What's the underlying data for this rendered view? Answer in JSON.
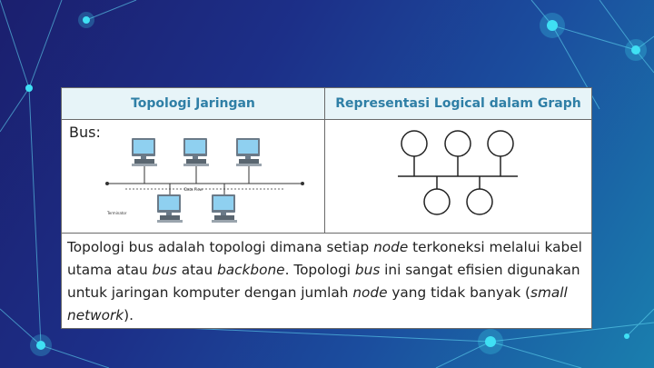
{
  "table": {
    "header_left": "Topologi Jaringan",
    "header_right": "Representasi Logical dalam Graph",
    "bus_label": "Bus:",
    "diagram_small_label": "Data Flow",
    "terminator_label": "Terminator"
  },
  "description": {
    "t1": "Topologi bus adalah topologi dimana setiap ",
    "i1": "node",
    "t2": " terkoneksi melalui kabel utama atau ",
    "i2": "bus",
    "t3": " atau ",
    "i3": "backbone",
    "t4": ". Topologi ",
    "i4": "bus",
    "t5": " ini sangat efisien digunakan untuk jaringan komputer dengan jumlah ",
    "i5": "node",
    "t6": " yang tidak banyak (",
    "i6": "small network",
    "t7": ")."
  },
  "colors": {
    "header_text": "#2f7fa6",
    "header_bg": "#e7f4f8",
    "accent_glow": "#37d6f0"
  }
}
